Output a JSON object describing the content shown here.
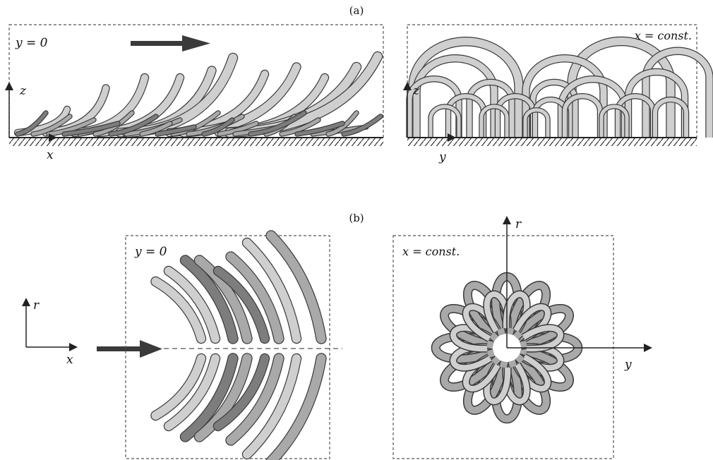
{
  "panel_a": {
    "caption": "(a)",
    "left": {
      "plane_label": "y = 0",
      "axis_vertical": "z",
      "axis_horizontal": "x"
    },
    "right": {
      "plane_label": "x = const.",
      "axis_vertical": "z",
      "axis_horizontal": "y"
    }
  },
  "panel_b": {
    "caption": "(b)",
    "left": {
      "plane_label": "y = 0",
      "axis_vertical": "r",
      "axis_horizontal": "x"
    },
    "right": {
      "plane_label": "x = const.",
      "axis_vertical": "r",
      "axis_horizontal": "y"
    }
  },
  "colors": {
    "light_fill": "#cfcfcf",
    "mid_fill": "#a9a9a9",
    "dark_fill": "#7d7d7d",
    "outline": "#3a3a3a",
    "arrow": "#3a3a3a"
  }
}
